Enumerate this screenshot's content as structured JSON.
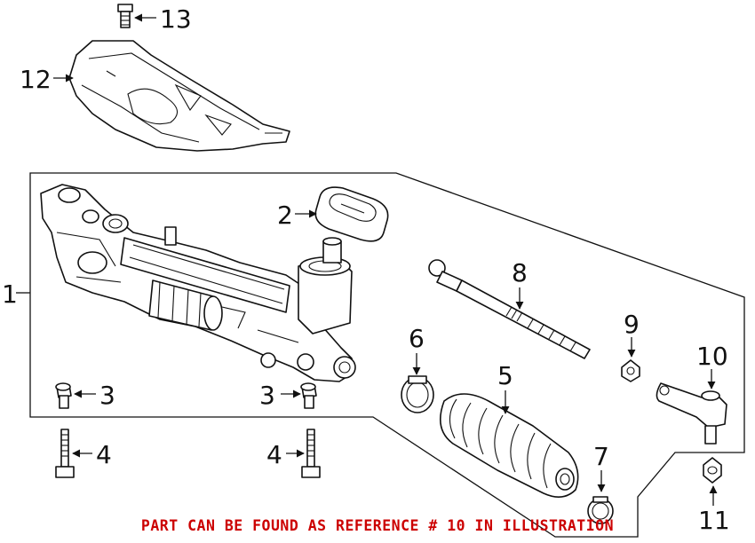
{
  "callouts": {
    "c1": "1",
    "c2": "2",
    "c3a": "3",
    "c3b": "3",
    "c4a": "4",
    "c4b": "4",
    "c5": "5",
    "c6": "6",
    "c7": "7",
    "c8": "8",
    "c9": "9",
    "c10": "10",
    "c11": "11",
    "c12": "12",
    "c13": "13"
  },
  "parts": {
    "p1": "steering gear assembly",
    "p2": "insulator",
    "p3": "bolt",
    "p4": "stud bolt",
    "p5": "boot",
    "p6": "clamp",
    "p7": "clamp",
    "p8": "inner tie rod",
    "p9": "nut",
    "p10": "outer tie rod end",
    "p11": "nut",
    "p12": "heat shield",
    "p13": "bolt"
  },
  "note": "PART CAN BE FOUND AS REFERENCE # 10 IN ILLUSTRATION",
  "colors": {
    "note": "#cc0000",
    "line": "#111111"
  }
}
